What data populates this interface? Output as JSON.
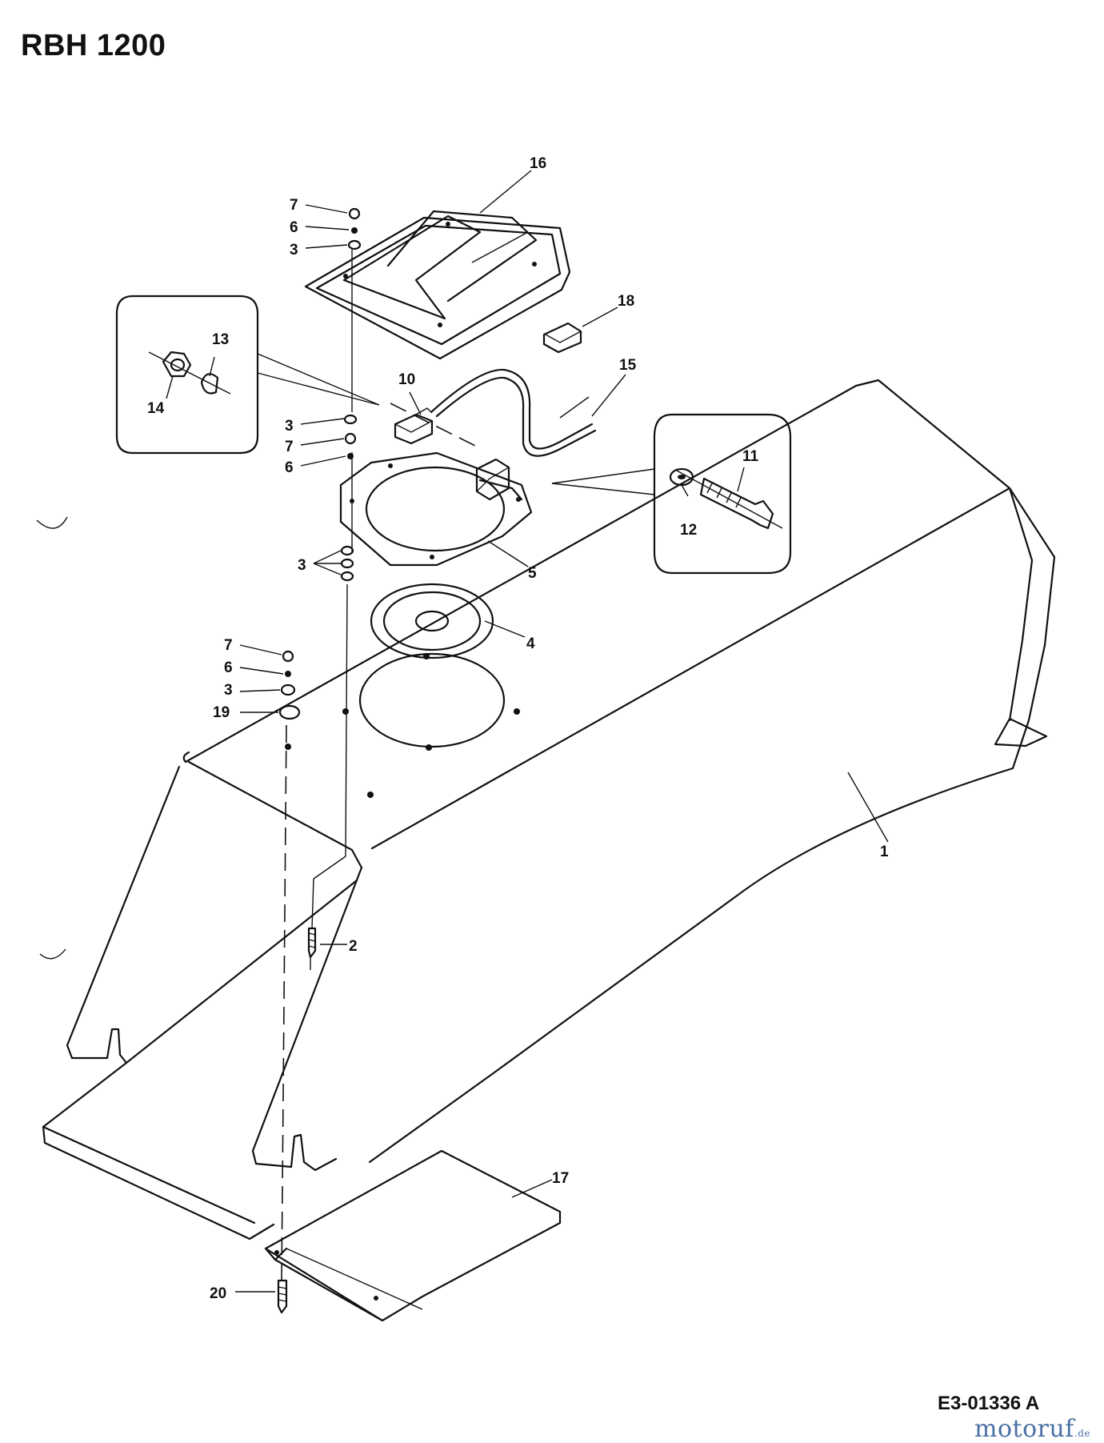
{
  "diagram": {
    "title": "RBH 1200",
    "document_code": "E3-01336 A",
    "logo": {
      "main": "motoruf",
      "suffix": ".de",
      "color": "#4a6fa5"
    },
    "callouts": {
      "p1": "1",
      "p2": "2",
      "p3a": "3",
      "p3b": "3",
      "p3c": "3",
      "p3d": "3",
      "p4": "4",
      "p5": "5",
      "p6a": "6",
      "p6b": "6",
      "p6c": "6",
      "p7a": "7",
      "p7b": "7",
      "p7c": "7",
      "p10": "10",
      "p11": "11",
      "p12": "12",
      "p13": "13",
      "p14": "14",
      "p15": "15",
      "p16": "16",
      "p17": "17",
      "p18": "18",
      "p19": "19",
      "p20": "20"
    }
  }
}
